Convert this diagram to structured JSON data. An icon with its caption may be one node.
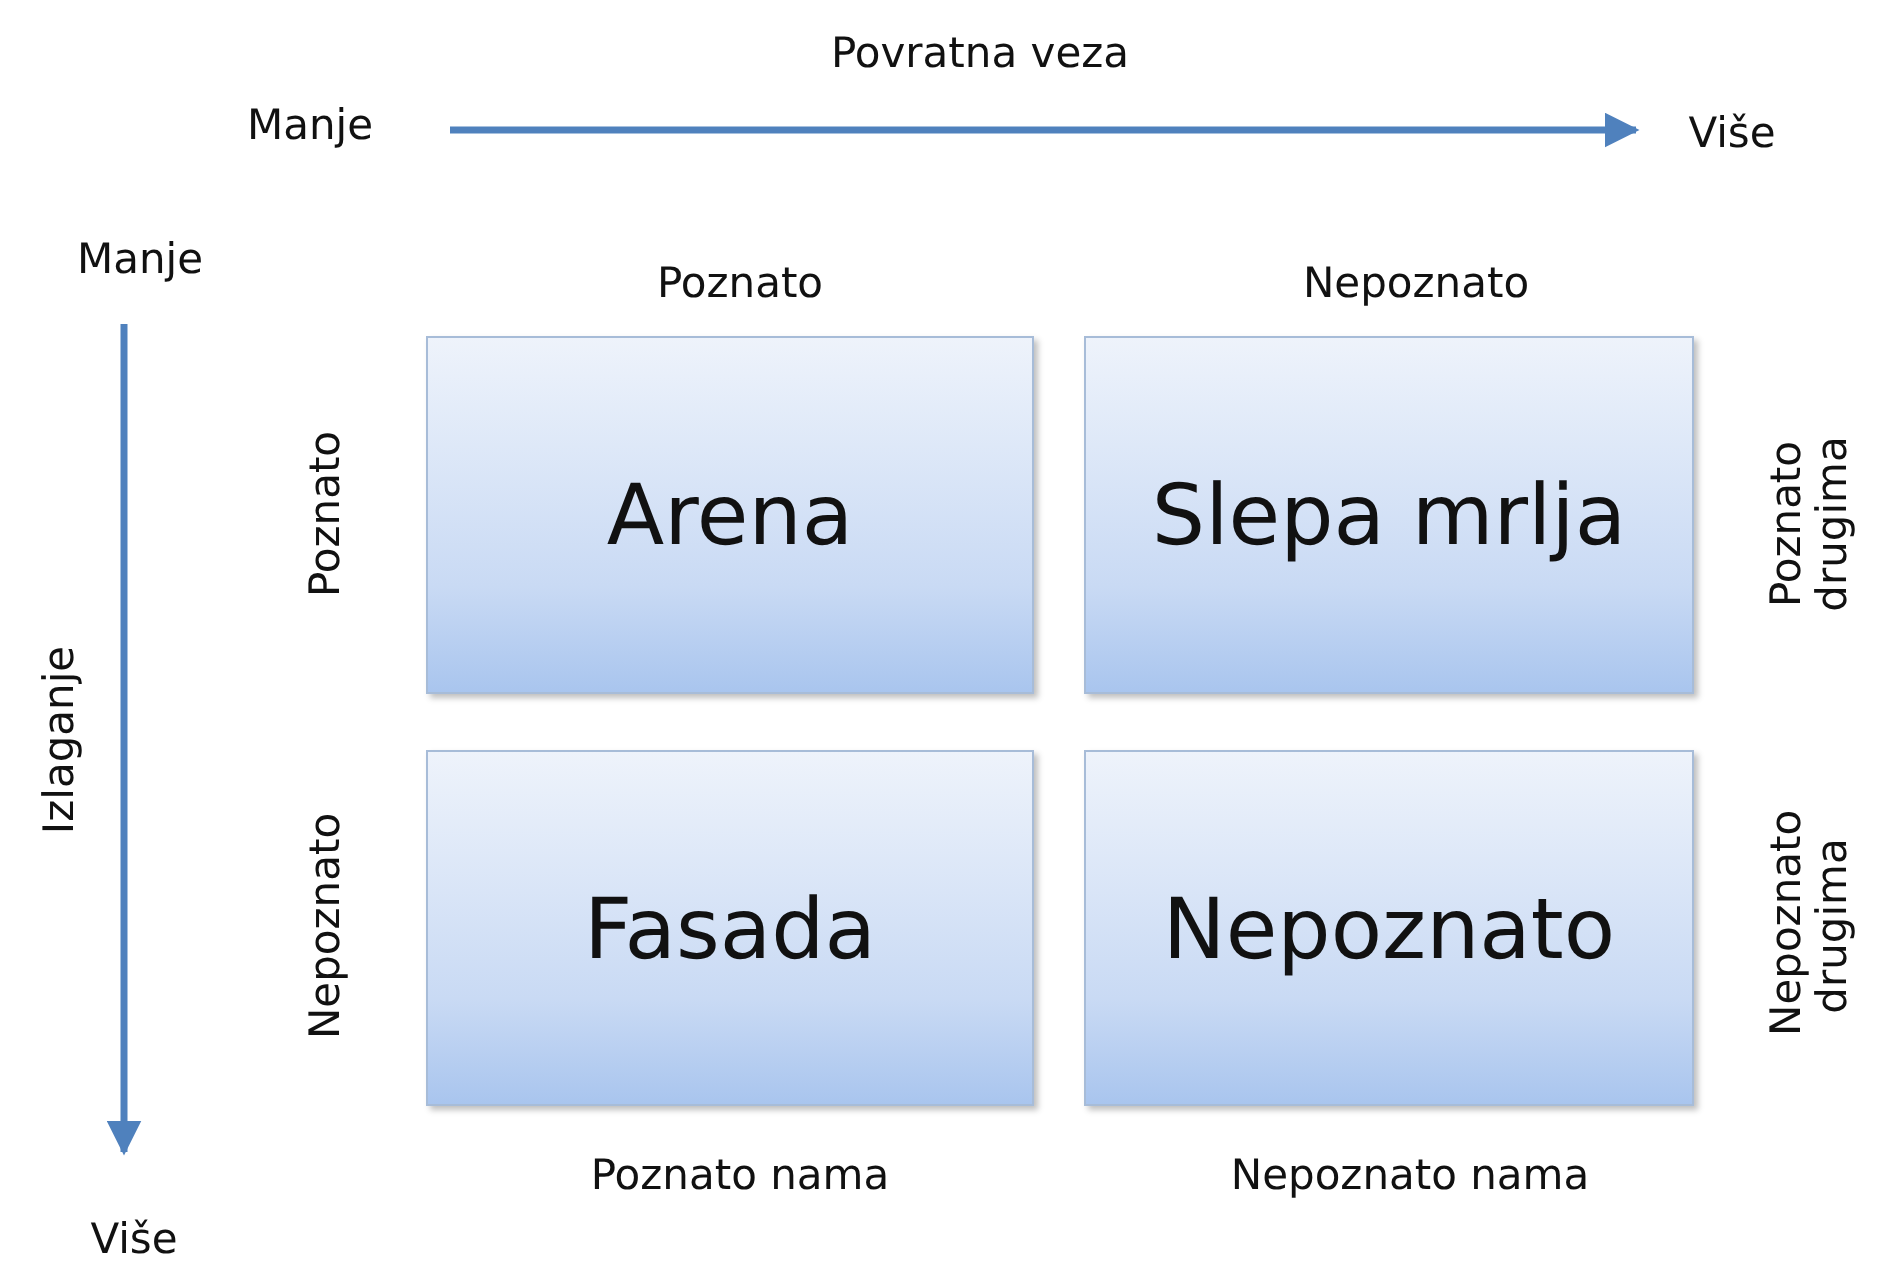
{
  "diagram": {
    "nodes": [
      {
        "text": [
          "Arena"
        ]
      },
      {
        "text": [
          "Slepa mrlja"
        ]
      },
      {
        "text": [
          "Fasada"
        ]
      },
      {
        "text": [
          "Nepoznato"
        ]
      }
    ],
    "labels": [
      "Povratna veza",
      "Manje",
      "Više",
      "Manje",
      "Poznato",
      "Nepoznato",
      "Poznato",
      "Poznato drugima",
      "Izlaganje",
      "Nepoznato",
      "Nepoznato drugima",
      "Poznato nama",
      "Nepoznato nama",
      "Više"
    ]
  }
}
